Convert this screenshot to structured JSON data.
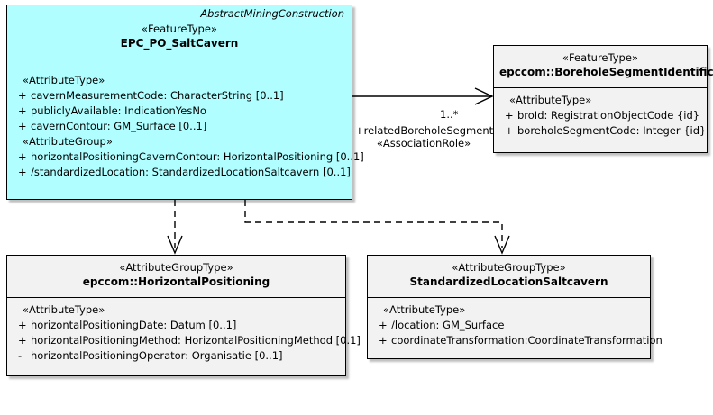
{
  "diagram": {
    "type": "uml-class-diagram",
    "package_label": "AbstractMiningConstruction"
  },
  "classes": {
    "salt_cavern": {
      "stereotype": "«FeatureType»",
      "name": "EPC_PO_SaltCavern",
      "sections": [
        {
          "group_stereotype": "«AttributeType»",
          "attributes": [
            {
              "visibility": "+",
              "text": "cavernMeasurementCode: CharacterString [0..1]"
            },
            {
              "visibility": "+",
              "text": "publiclyAvailable: IndicationYesNo"
            },
            {
              "visibility": "+",
              "text": "cavernContour: GM_Surface [0..1]"
            }
          ]
        },
        {
          "group_stereotype": "«AttributeGroup»",
          "attributes": [
            {
              "visibility": "+",
              "text": "horizontalPositioningCavernContour: HorizontalPositioning [0..1]"
            },
            {
              "visibility": "+",
              "text": "/standardizedLocation: StandardizedLocationSaltcavern [0..1]"
            }
          ]
        }
      ]
    },
    "borehole_segment": {
      "stereotype": "«FeatureType»",
      "name": "epccom::BoreholeSegmentIdentification",
      "sections": [
        {
          "group_stereotype": "«AttributeType»",
          "attributes": [
            {
              "visibility": "+",
              "text": "broId: RegistrationObjectCode {id}"
            },
            {
              "visibility": "+",
              "text": "boreholeSegmentCode: Integer {id}"
            }
          ]
        }
      ]
    },
    "horizontal_positioning": {
      "stereotype": "«AttributeGroupType»",
      "name": "epccom::HorizontalPositioning",
      "sections": [
        {
          "group_stereotype": "«AttributeType»",
          "attributes": [
            {
              "visibility": "+",
              "text": "horizontalPositioningDate: Datum [0..1]"
            },
            {
              "visibility": "+",
              "text": "horizontalPositioningMethod: HorizontalPositioningMethod [0.1]"
            },
            {
              "visibility": "-",
              "text": "horizontalPositioningOperator: Organisatie [0..1]"
            }
          ]
        }
      ]
    },
    "standardized_location": {
      "stereotype": "«AttributeGroupType»",
      "name": "StandardizedLocationSaltcavern",
      "sections": [
        {
          "group_stereotype": "«AttributeType»",
          "attributes": [
            {
              "visibility": "+",
              "text": "/location: GM_Surface"
            },
            {
              "visibility": "+",
              "text": "coordinateTransformation:CoordinateTransformation"
            }
          ]
        }
      ]
    }
  },
  "connectors": {
    "association": {
      "multiplicity": "1..*",
      "role": "+relatedBoreholeSegment",
      "stereotype": "«AssociationRole»"
    }
  },
  "colors": {
    "feature_type_fill": "#b0feff",
    "attribute_group_fill": "#f2f2f2",
    "line": "#000000"
  }
}
